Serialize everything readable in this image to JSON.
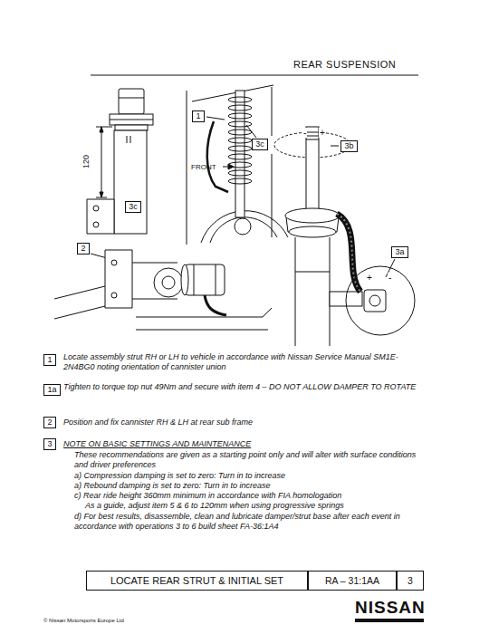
{
  "diagram": {
    "title": "REAR SUSPENSION",
    "nodes": [
      {
        "text": [
          "1"
        ]
      },
      {
        "text": [
          "3c"
        ]
      },
      {
        "text": [
          "3b"
        ]
      },
      {
        "text": [
          "3c"
        ]
      },
      {
        "text": [
          "2"
        ]
      },
      {
        "text": [
          "3a"
        ]
      },
      {
        "text": [
          "1"
        ]
      },
      {
        "text": [
          "1a"
        ]
      },
      {
        "text": [
          "2"
        ]
      },
      {
        "text": [
          "3"
        ]
      },
      {
        "text": [
          "LOCATE REAR STRUT & INITIAL SET"
        ]
      },
      {
        "text": [
          "RA – 31:1AA"
        ]
      },
      {
        "text": [
          "3"
        ]
      }
    ],
    "labels": [
      "120",
      "FRONT",
      "-",
      "+",
      "+",
      "-",
      "Locate assembly strut RH or LH to vehicle in accordance with Nissan Service Manual SM1E-2N4BG0 noting orientation of cannister union",
      "Tighten to torque top nut 49Nm and secure with item 4 – DO NOT ALLOW DAMPER TO ROTATE",
      "Position and fix cannister RH & LH at rear sub frame",
      "NOTE ON BASIC SETTINGS AND MAINTENANCE",
      "These recommendations are given as a starting point only and will alter with surface conditions and driver preferences",
      "a) Compression damping is set to zero: Turn in to increase",
      "a) Rebound damping is set to zero: Turn in to increase",
      "c) Rear ride height 360mm minimum in accordance with FIA homologation",
      "As a guide, adjust item 5 & 6 to 120mm when using progressive springs",
      "d) For best results, disassemble, clean and lubricate damper/strut base after each event in accordance with operations 3 to 6 build sheet FA-36:1A4",
      "NISSAN",
      "© Nissan Motorsports Europe Ltd"
    ]
  }
}
